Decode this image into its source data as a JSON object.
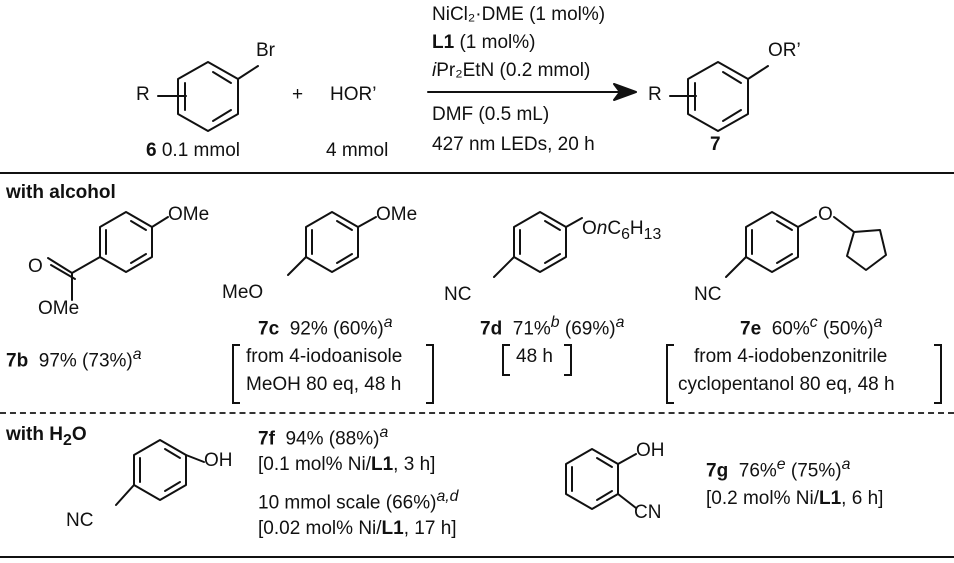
{
  "scheme": {
    "reactant_label": "6",
    "reactant_amount": "0.1 mmol",
    "plus": "+",
    "reagent": "HOR’",
    "reagent_amount": "4 mmol",
    "product_label": "7",
    "atoms": {
      "br": "Br",
      "r": "R",
      "or": "OR’"
    },
    "conditions": {
      "line1": "NiCl₂·DME (1 mol%)",
      "line2_bold": "L1",
      "line2_rest": " (1 mol%)",
      "line3_italic": "i",
      "line3_rest": "Pr₂EtN (0.2 mmol)",
      "line4": "DMF (0.5 mL)",
      "line5": "427 nm LEDs, 20 h"
    }
  },
  "sections": {
    "alcohol": "with alcohol",
    "water_prefix": "with H",
    "water_sub": "2",
    "water_suffix": "O"
  },
  "atoms": {
    "ome": "OMe",
    "o": "O",
    "meo": "MeO",
    "nc": "NC",
    "oh": "OH",
    "cn": "CN",
    "on": "O",
    "n_italic": "n",
    "c": "C",
    "c_sub": "6",
    "h": "H",
    "h_sub": "13"
  },
  "entries": {
    "e7b": {
      "id": "7b",
      "yield": "97% (73%)",
      "sup": "a"
    },
    "e7c": {
      "id": "7c",
      "yield": "92% (60%)",
      "sup": "a",
      "note1": "from 4-iodoanisole",
      "note2": "MeOH 80 eq, 48 h"
    },
    "e7d": {
      "id": "7d",
      "y1": "71%",
      "sup1": "b",
      "y2": " (69%)",
      "sup2": "a",
      "note1": "48 h"
    },
    "e7e": {
      "id": "7e",
      "y1": "60%",
      "sup1": "c",
      "y2": " (50%)",
      "sup2": "a",
      "note1": "from 4-iodobenzonitrile",
      "note2": "cyclopentanol 80 eq, 48 h"
    },
    "e7f": {
      "id": "7f",
      "yield": "94% (88%)",
      "sup": "a",
      "cond1_pre": "[0.1 mol% Ni/",
      "cond1_bold": "L1",
      "cond1_post": ", 3 h]",
      "scale": "10 mmol scale (66%)",
      "scale_sup": "a,d",
      "cond2_pre": "[0.02 mol% Ni/",
      "cond2_bold": "L1",
      "cond2_post": ", 17 h]"
    },
    "e7g": {
      "id": "7g",
      "y1": "76%",
      "sup1": "e",
      "y2": " (75%)",
      "sup2": "a",
      "cond_pre": "[0.2 mol% Ni/",
      "cond_bold": "L1",
      "cond_post": ", 6 h]"
    }
  },
  "colors": {
    "ink": "#111111",
    "background": "#ffffff"
  }
}
